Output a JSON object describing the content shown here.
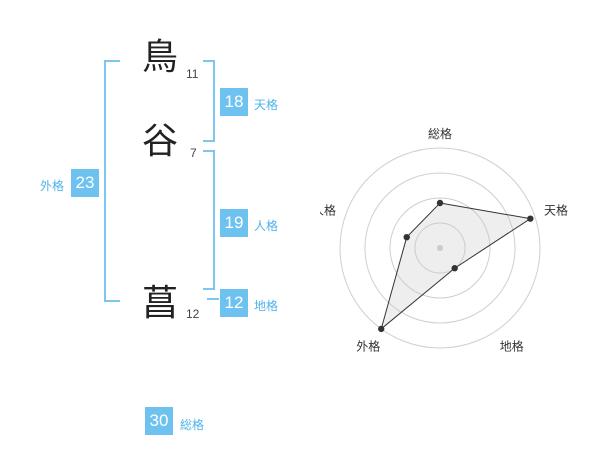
{
  "name": {
    "characters": [
      {
        "char": "鳥",
        "strokes": "11"
      },
      {
        "char": "谷",
        "strokes": "7"
      },
      {
        "char": "菖",
        "strokes": "12"
      }
    ]
  },
  "fortunes": {
    "tenkaku": {
      "label": "天格",
      "value": "18"
    },
    "jinkaku": {
      "label": "人格",
      "value": "19"
    },
    "chikaku": {
      "label": "地格",
      "value": "12"
    },
    "gaikaku": {
      "label": "外格",
      "value": "23"
    },
    "soukaku": {
      "label": "総格",
      "value": "30"
    }
  },
  "colors": {
    "accent": "#6ec2f0",
    "bracket": "#7cc7f0"
  },
  "chart_data": {
    "type": "radar",
    "axes": [
      "総格",
      "天格",
      "地格",
      "外格",
      "人格"
    ],
    "values": [
      0.45,
      0.95,
      0.25,
      1.0,
      0.35
    ],
    "rings": 4
  }
}
